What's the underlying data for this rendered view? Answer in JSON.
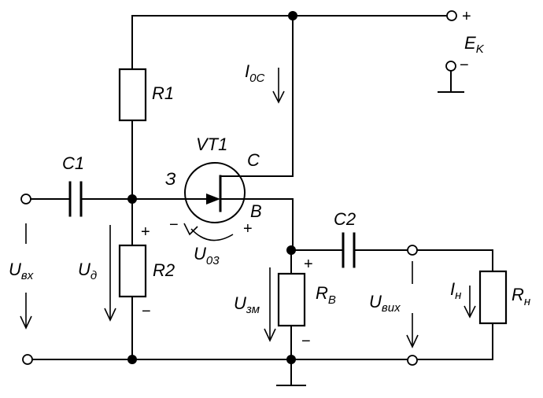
{
  "labels": {
    "r1": "R1",
    "r2": "R2",
    "rv_main": "R",
    "rv_sub": "В",
    "rn_main": "R",
    "rn_sub": "н",
    "c1": "C1",
    "c2": "C2",
    "vt1": "VT1",
    "gate": "З",
    "drain": "C",
    "source": "B",
    "ek_main": "E",
    "ek_sub": "K",
    "ioc_main": "I",
    "ioc_sub": "0C",
    "uvx_main": "U",
    "uvx_sub": "вх",
    "ud_main": "U",
    "ud_sub": "д",
    "uzm_main": "U",
    "uzm_sub": "зм",
    "uviх_main": "U",
    "uvih_sub": "вих",
    "in_main": "I",
    "in_sub": "н",
    "u03_main": "U",
    "u03_sub": "03"
  },
  "signs": {
    "ek_plus": "+",
    "ek_minus": "−",
    "r2_plus": "+",
    "r2_minus": "−",
    "u03_minus": "−",
    "u03_plus": "+",
    "rv_plus": "+",
    "rv_minus": "−"
  }
}
